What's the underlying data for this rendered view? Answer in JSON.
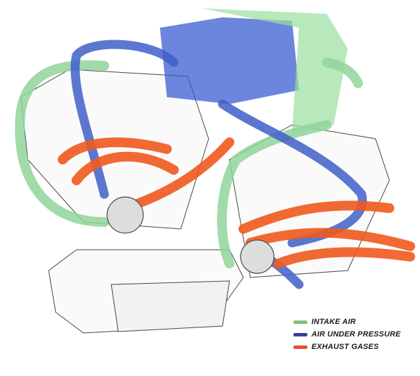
{
  "legend": {
    "items": [
      {
        "label": "INTAKE AIR",
        "color": "#7fc27a"
      },
      {
        "label": "AIR UNDER PRESSURE",
        "color": "#3b3f9c"
      },
      {
        "label": "EXHAUST GASES",
        "color": "#e8502a"
      }
    ]
  },
  "colors": {
    "intake": "#8fd59a",
    "pressure": "#3f5fc8",
    "exhaust": "#f05a1e",
    "engine_line": "#333333"
  }
}
